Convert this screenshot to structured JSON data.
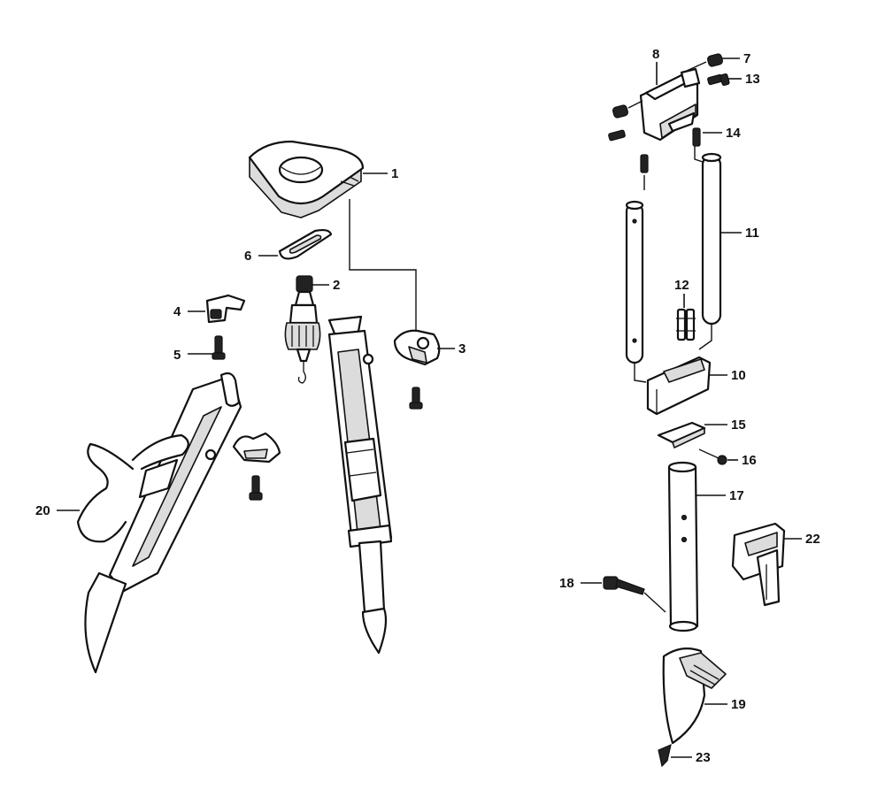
{
  "callouts": {
    "c1": "1",
    "c2": "2",
    "c3": "3",
    "c4": "4",
    "c5": "5",
    "c6": "6",
    "c7": "7",
    "c8": "8",
    "c10": "10",
    "c11": "11",
    "c12": "12",
    "c13": "13",
    "c14": "14",
    "c15": "15",
    "c16": "16",
    "c17": "17",
    "c18": "18",
    "c19": "19",
    "c20": "20",
    "c22": "22",
    "c23": "23"
  }
}
